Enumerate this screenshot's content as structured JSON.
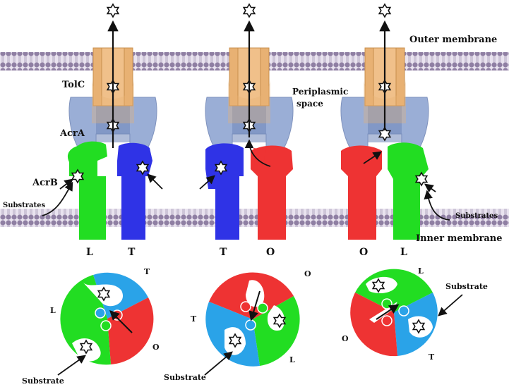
{
  "labels": {
    "outer_membrane": "Outer membrane",
    "inner_membrane": "Inner membrane",
    "periplasmic": [
      "Periplasmic",
      "space"
    ],
    "tolc": "TolC",
    "acra": "AcrA",
    "acrb": "AcrB",
    "substrates": "Substrates",
    "substrate": "Substrate"
  },
  "pumps": [
    {
      "left_state": "L",
      "right_state": "T"
    },
    {
      "left_state": "T",
      "right_state": "O"
    },
    {
      "left_state": "O",
      "right_state": "L"
    }
  ],
  "wheels": [
    {
      "labels": [
        "T",
        "L",
        "O"
      ]
    },
    {
      "labels": [
        "O",
        "T",
        "L"
      ]
    },
    {
      "labels": [
        "L",
        "O",
        "T"
      ]
    }
  ],
  "colors": {
    "L": "#22dd22",
    "T": "#2f33e6",
    "O": "#ee3333",
    "wheel_T": "#2aa3e8",
    "tolc": "#e8b173",
    "acra": "#9aaed6",
    "membrane": "#8c7aa0"
  }
}
